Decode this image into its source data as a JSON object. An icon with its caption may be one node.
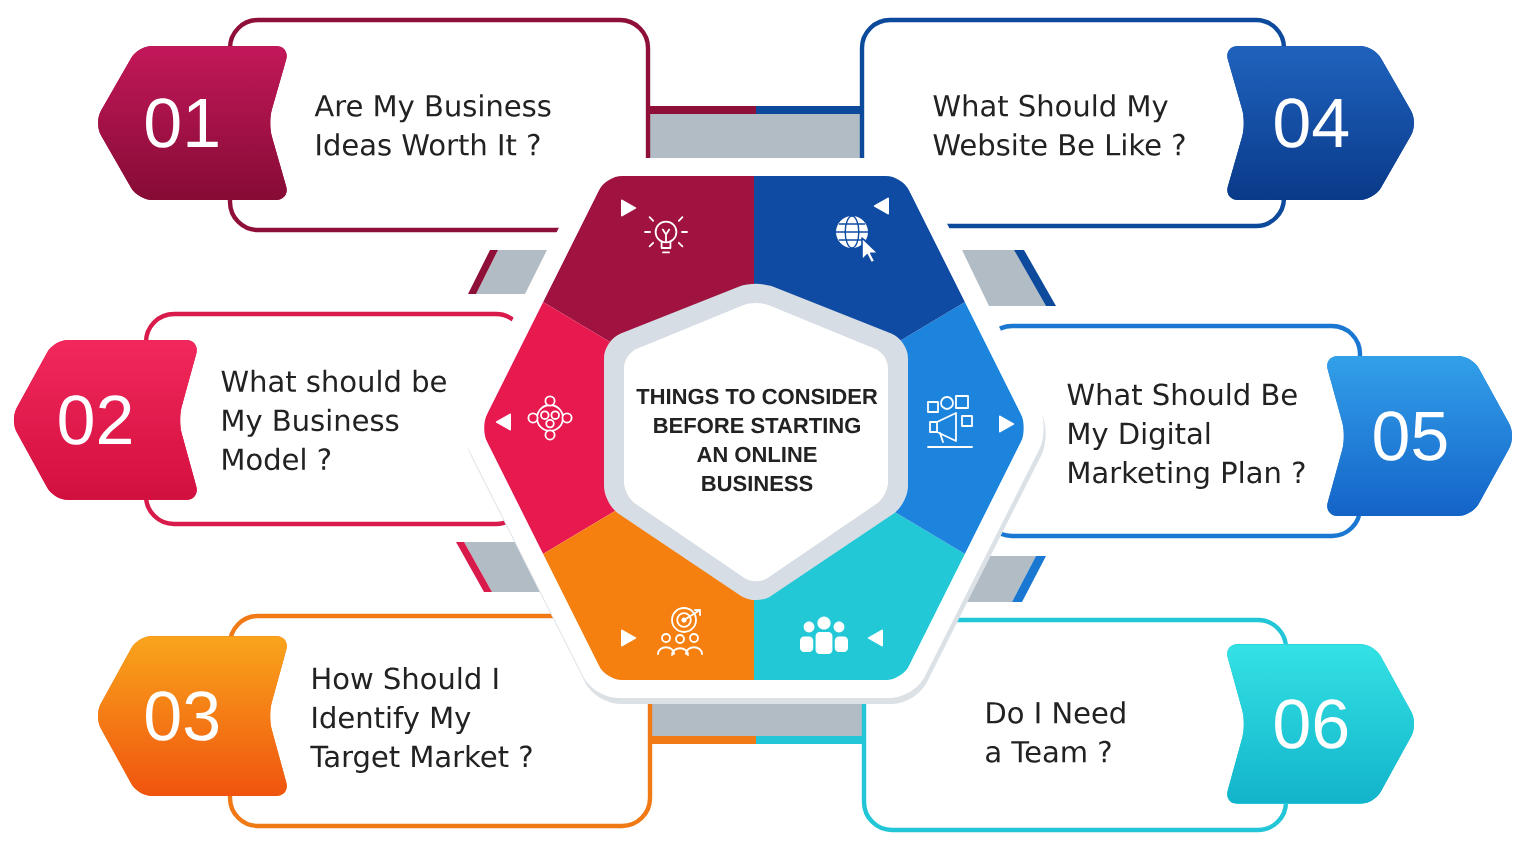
{
  "diagram": {
    "nodes": [
      {
        "text": [
          "THINGS TO CONSIDER BEFORE STARTING AN ONLINE BUSINESS"
        ]
      },
      {
        "text": [
          "01"
        ]
      },
      {
        "text": [
          "Are My Business Ideas Worth It ?"
        ]
      },
      {
        "text": [
          "02"
        ]
      },
      {
        "text": [
          "What should be My Business Model ?"
        ]
      },
      {
        "text": [
          "03"
        ]
      },
      {
        "text": [
          "How Should I Identify My Target Market ?"
        ]
      },
      {
        "text": [
          "04"
        ]
      },
      {
        "text": [
          "What Should My Website Be Like ?"
        ]
      },
      {
        "text": [
          "05"
        ]
      },
      {
        "text": [
          "What Should Be My Digital Marketing Plan ?"
        ]
      },
      {
        "text": [
          "06"
        ]
      },
      {
        "text": [
          "Do I Need a Team ?"
        ]
      }
    ]
  }
}
